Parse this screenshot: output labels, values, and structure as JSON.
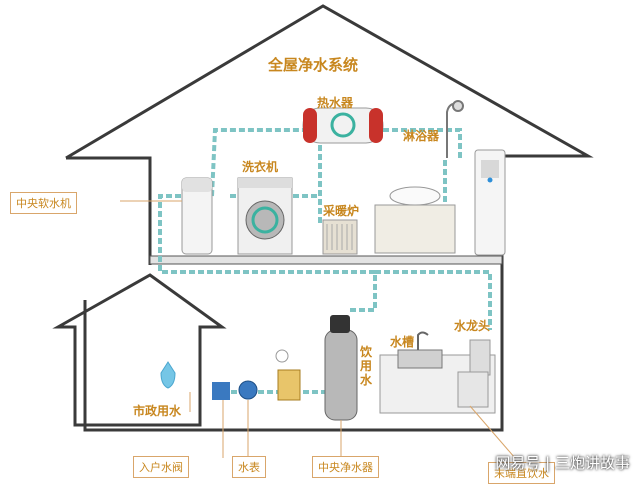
{
  "title": "全屋净水系统",
  "labels": {
    "water_heater": "热水器",
    "washing_machine": "洗衣机",
    "shower": "淋浴器",
    "central_softener": "中央软水机",
    "heating_furnace": "采暖炉",
    "sink": "水槽",
    "faucet": "水龙头",
    "drinking_water": "饮用水",
    "municipal_water": "市政用水",
    "inlet_valve": "入户水阀",
    "water_meter": "水表",
    "central_purifier": "中央净水器",
    "terminal_dispenser": "末端直饮水"
  },
  "watermark": "网易号 | 三炮讲故事"
}
